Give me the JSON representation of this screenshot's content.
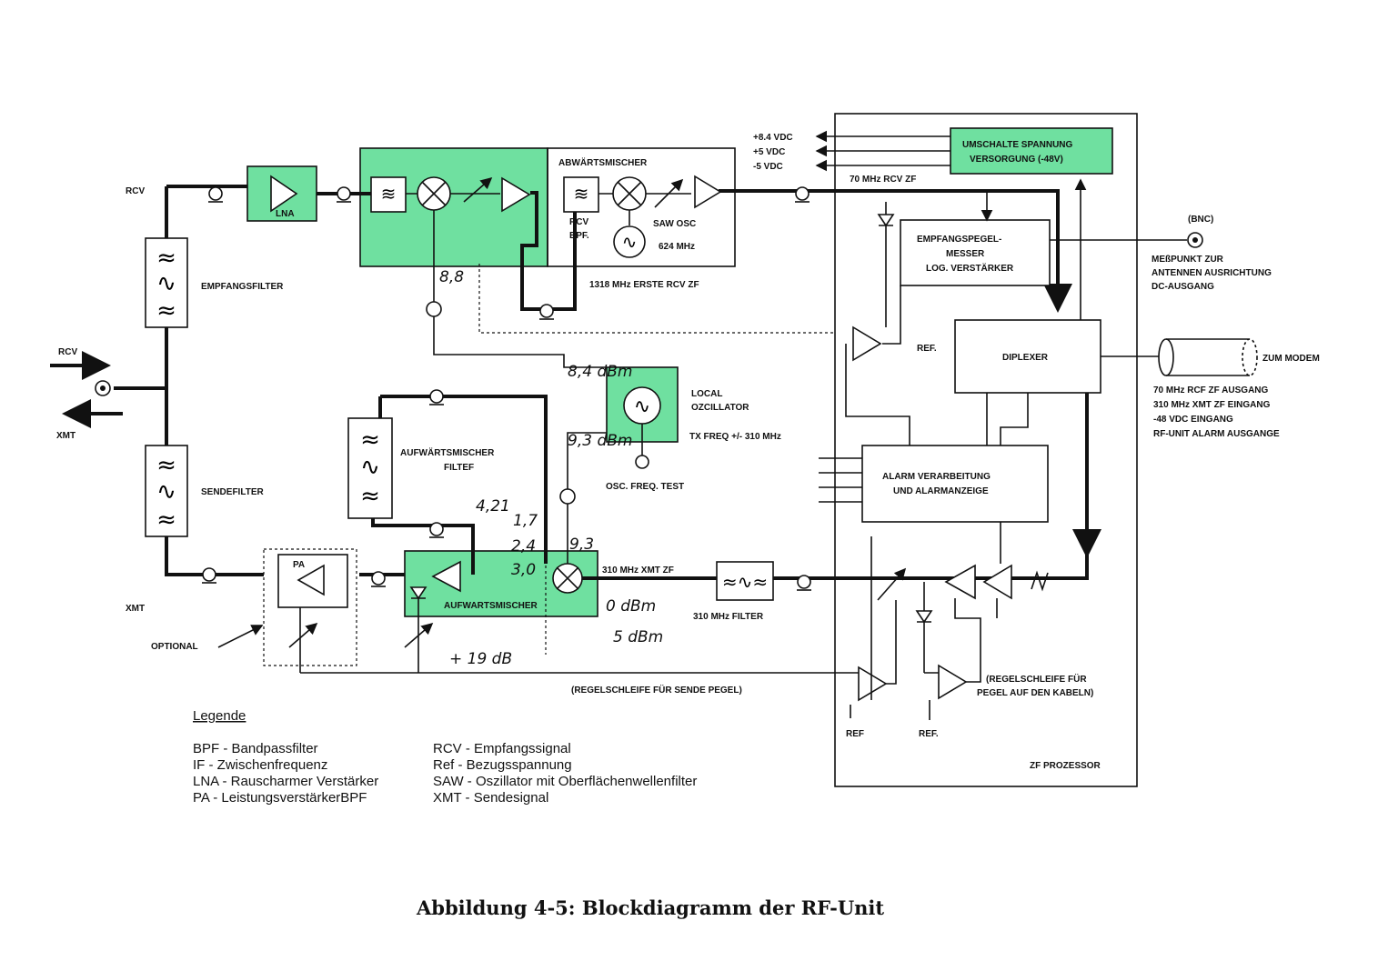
{
  "colors": {
    "highlight": "#6fe0a0",
    "ink": "#111111"
  },
  "caption": "Abbildung 4-5: Blockdiagramm der RF-Unit",
  "labels": {
    "rcv_top": "RCV",
    "rcv_in": "RCV",
    "xmt_out": "XMT",
    "xmt_bottom": "XMT",
    "lna": "LNA",
    "empfangsfilter": "EMPFANGSFILTER",
    "sendefilter": "SENDEFILTER",
    "abwaertsmischer": "ABWÄRTSMISCHER",
    "rcv_bpf_1": "RCV",
    "rcv_bpf_2": "BPF.",
    "saw_osc": "SAW OSC",
    "saw_freq": "624 MHz",
    "erste_zf": "1318 MHz ERSTE RCV ZF",
    "local_osc_1": "LOCAL",
    "local_osc_2": "OZCILLATOR",
    "tx_freq": "TX FREQ +/- 310 MHz",
    "osc_test": "OSC. FREQ. TEST",
    "aufw_filter_1": "AUFWÄRTSMISCHER",
    "aufw_filter_2": "FILTEF",
    "aufwaertsmischer": "AUFWARTSMISCHER",
    "pa": "PA",
    "optional": "OPTIONAL",
    "xmt_zf": "310 MHz XMT ZF",
    "filter_310": "310 MHz FILTER",
    "v84": "+8.4 VDC",
    "v5p": "+5 VDC",
    "v5n": "-5 VDC",
    "umschalte_1": "UMSCHALTE SPANNUNG",
    "umschalte_2": "VERSORGUNG (-48V)",
    "rcv_zf_70": "70 MHz RCV ZF",
    "pegel_1": "EMPFANGSPEGEL-",
    "pegel_2": "MESSER",
    "pegel_3": "LOG. VERSTÄRKER",
    "bnc": "(BNC)",
    "messpunkt_1": "MEßPUNKT ZUR",
    "messpunkt_2": "ANTENNEN AUSRICHTUNG",
    "messpunkt_3": "DC-AUSGANG",
    "ref_1": "REF.",
    "diplexer": "DIPLEXER",
    "zum_modem": "ZUM MODEM",
    "modem_1": "70 MHz RCF ZF AUSGANG",
    "modem_2": "310 MHz  XMT ZF EINGANG",
    "modem_3": "-48 VDC EINGANG",
    "modem_4": "RF-UNIT ALARM AUSGANGE",
    "alarm_1": "ALARM VERARBEITUNG",
    "alarm_2": "UND ALARMANZEIGE",
    "regel_sende": "(REGELSCHLEIFE FÜR SENDE PEGEL)",
    "regel_kabel_1": "(REGELSCHLEIFE FÜR",
    "regel_kabel_2": "PEGEL AUF DEN KABELN)",
    "ref_2": "REF",
    "ref_3": "REF.",
    "zf_prozessor": "ZF PROZESSOR"
  },
  "handwritten": {
    "h1": "8,8",
    "h2": "8,4 dBm",
    "h3": "9,3 dBm",
    "h4": "4,21",
    "h5": "1,7",
    "h6": "2,4",
    "h7": "3,0",
    "h8": "9,3",
    "h9": "0 dBm",
    "h10": "5 dBm",
    "h11": "+ 19 dB"
  },
  "legend": {
    "title": "Legende",
    "left": [
      "BPF - Bandpassfilter",
      "IF  - Zwischenfrequenz",
      "LNA - Rauscharmer Verstärker",
      "PA  - LeistungsverstärkerBPF"
    ],
    "right": [
      "RCV - Empfangssignal",
      "Ref - Bezugsspannung",
      "SAW - Oszillator mit Oberflächenwellenfilter",
      "XMT - Sendesignal"
    ]
  }
}
